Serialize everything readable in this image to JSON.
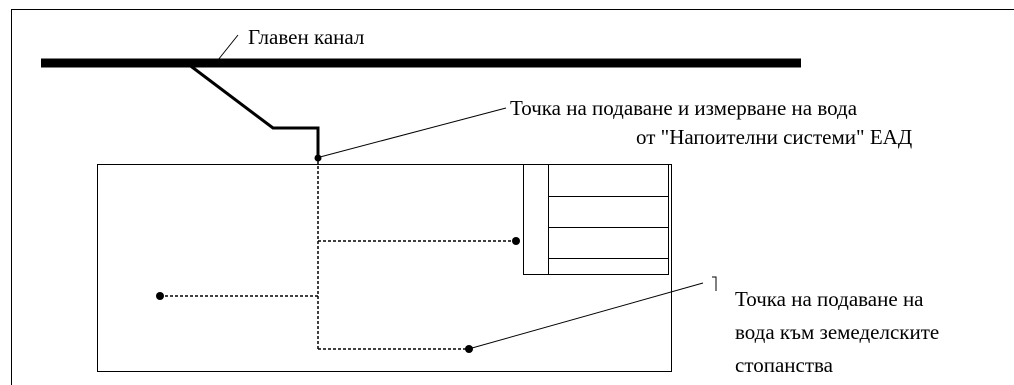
{
  "labels": {
    "main_channel": "Главен канал",
    "measure_point_line1": "Точка на подаване и измерване на вода",
    "measure_point_line2": "от \"Напоителни системи\" ЕАД",
    "farm_point_line1": "Точка на подаване на",
    "farm_point_line2": "вода към земеделските",
    "farm_point_line3": "стопанства"
  },
  "colors": {
    "line": "#000000",
    "background": "#ffffff"
  }
}
